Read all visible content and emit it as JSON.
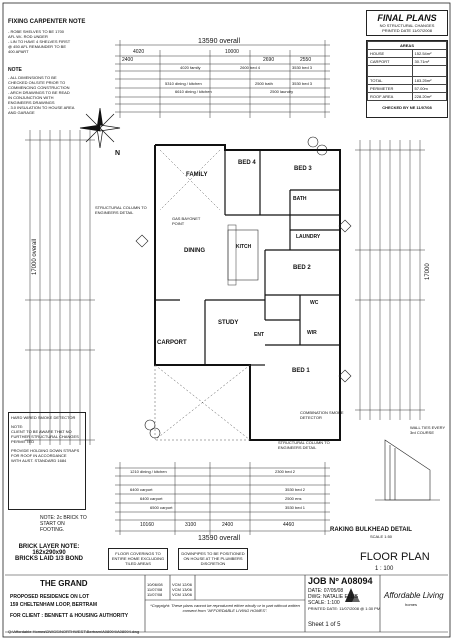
{
  "notes_top": {
    "title": "FIXING CARPENTER NOTE",
    "lines": [
      "- ROBE SHELVES TO BE 1700",
      "AFL W/- ROD UNDER",
      "- LIN TO HAVE 4 SHELVES FIRST",
      "@ 450 AFL REMAINDER TO BE",
      "400 APART"
    ]
  },
  "notes_mid": {
    "title": "NOTE",
    "lines": [
      "- ALL DIMENSIONS TO BE",
      "CHECKED ON-SITE PRIOR TO",
      "COMMENCING CONSTRUCTION",
      "- ARCH DRAWINGS TO BE READ",
      "IN CONJUNCTION WITH",
      "ENGINEERS DRAWINGS",
      "- 3.0 INSULATION TO HOUSE AREA",
      "AND GARAGE"
    ]
  },
  "final_plans": {
    "title": "FINAL PLANS",
    "line1": "NO STRUCTURAL CHANGES",
    "line2": "PRINTED DATE 11/07/2008"
  },
  "areas_table": {
    "header": "AREAS",
    "rows": [
      {
        "label": "HOUSE",
        "value": "152.54m²"
      },
      {
        "label": "CARPORT",
        "value": "30.71m²"
      },
      {
        "label": "TOTAL",
        "value": "183.25m²"
      },
      {
        "label": "PERIMETER",
        "value": "57.00m"
      },
      {
        "label": "ROOF AREA",
        "value": "228.20m²"
      }
    ],
    "checked": "CHECKED BY NE 11/07/08"
  },
  "dimensions": {
    "overall_top": "13590 overall",
    "overall_bottom": "13590 overall",
    "overall_left": "17000 overall",
    "overall_right": "17000",
    "top_row1": [
      "10000",
      "4020",
      "2400",
      "2690",
      "2550"
    ],
    "top_row2": [
      "4020 family",
      "2600 bed 4",
      "3530 bed 3"
    ],
    "top_row3": [
      "5310 dining / kitchen",
      "2500 bath",
      "3530 bed 3"
    ],
    "top_row4": [
      "6610 dining / kitchen",
      "2500 laundry"
    ],
    "bottom_row1": [
      "1210 dining / kitchen",
      "2300 bed 2"
    ],
    "bottom_row2": [
      "6400 carport",
      "3530 bed 2"
    ],
    "bottom_row3": [
      "6400 carport",
      "2500 ens"
    ],
    "bottom_row4": [
      "6500 carport",
      "3530 bed 1"
    ],
    "bottom_row5": [
      "10160",
      "3100",
      "2400",
      "4460"
    ]
  },
  "rooms": {
    "family": "FAMILY",
    "bed4": "BED 4",
    "bed3": "BED 3",
    "bath": "BATH",
    "laundry": "LAUNDRY",
    "dining": "DINING",
    "kitchen": "KITCH",
    "bed2": "BED 2",
    "study": "STUDY",
    "carport": "CARPORT",
    "ent": "ENT",
    "wc": "WC",
    "wir": "WIR",
    "bed1": "BED 1"
  },
  "plan_notes": {
    "struct_column": "STRUCTURAL COLUMN TO ENGINEERS DETAIL",
    "struct_column_bottom": "STRUCTURAL COLUMN TO ENGINEERS DETAIL",
    "gas_bayonet": "GAS BAYONET POINT",
    "combination": "COMBINATION SMOKE DETECTOR",
    "raking_bulkhead": "RAKING BULKHEAD DETAIL",
    "raking_scale": "SCALE 1:50",
    "wall_tie": "WALL TIES EVERY 3rd COURSE"
  },
  "legend_box": {
    "lines": [
      "HARD WIRED SMOKE DETECTOR",
      "NOTE:",
      "CLIENT TO BE AWARE THAT NO",
      "FURTHER STRUCTURAL CHANGES",
      "PERMITTED",
      "PROVIDE HOLDING DOWN STRAPS",
      "FOR ROOF IN ACCORDANCE",
      "WITH AUST. STANDARD 1684"
    ],
    "note_brick": "NOTE: 2c BRICK TO START ON FOOTING."
  },
  "brick_layer": {
    "title": "BRICK LAYER NOTE:",
    "size": "162x290x90",
    "bond": "BRICKS LAID 1/3 BOND"
  },
  "floor_note": "FLOOR COVERINGS TO ENTIRE HOME EXCLUDING TILED AREAS",
  "downpipe_note": "DOWNPIPES TO BE POSITIONED ON HOUSE AT THE PLUMBERS DISCRETION",
  "title_block": {
    "design": "THE GRAND",
    "proposed": "PROPOSED RESIDENCE ON LOT",
    "address": "159 CHELTENHAM LOOP, BERTRAM",
    "client": "FOR CLIENT : BENNETT & HOUSING AUTHORITY",
    "job": "JOB Nº A08094",
    "date": "DATE: 07/05/08",
    "dwg": "DWG: NATALIE ELLIS",
    "scale": "SCALE: 1:100",
    "printed": "PRINTED DATE: 11/07/2008 @ 1:30 PM",
    "sheet": "Sheet",
    "sheet_num": "1",
    "sheet_of": "of",
    "sheet_total": "5",
    "floor_plan": "FLOOR PLAN",
    "floor_scale": "1 : 100",
    "company": "Affordable Living",
    "company_sub": "homes",
    "copyright": "*Copyright: These plans cannot be reproduced either wholly or in part without written consent from \"AFFORDABLE LIVING HOMES\".",
    "revisions": [
      "VCM 12/06",
      "VCM 13/06",
      "VCM 13/06"
    ],
    "rev_dates": [
      "10/06/08",
      "11/07/08",
      "11/07/08"
    ],
    "footer_path": "Q:\\Affordable Homes\\DWGS\\NORTHWEST\\Bertram\\A08094\\A08094.dwg"
  },
  "compass": "N"
}
